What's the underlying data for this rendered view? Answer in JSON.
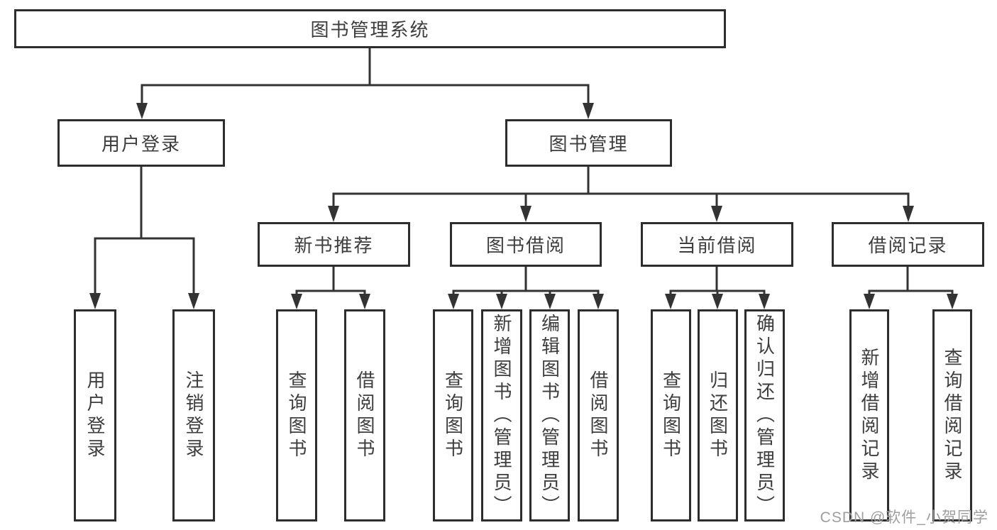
{
  "diagram": {
    "title": "图书管理系统",
    "level2": {
      "user_login": "用户登录",
      "book_management": "图书管理"
    },
    "level3": {
      "new_book_recommend": "新书推荐",
      "book_borrowing": "图书借阅",
      "current_borrowing": "当前借阅",
      "borrowing_records": "借阅记录"
    },
    "leaves": {
      "user_login": "用户登录",
      "logout": "注销登录",
      "query_books_recommend": "查询图书",
      "borrow_books_recommend": "借阅图书",
      "query_books_borrowing": "查询图书",
      "add_books_admin": "新增图书（管理员）",
      "edit_books_admin": "编辑图书（管理员）",
      "borrow_books_borrowing": "借阅图书",
      "query_books_current": "查询图书",
      "return_books": "归还图书",
      "confirm_return_admin": "确认归还（管理员）",
      "add_borrow_record": "新增借阅记录",
      "query_borrow_record": "查询借阅记录"
    }
  },
  "watermark": "CSDN @软件_小贺同学",
  "colors": {
    "line": "#333333",
    "box_border": "#2d2d2d",
    "text": "#3d3d3d",
    "watermark": "#9e9e9e",
    "background": "#ffffff"
  }
}
